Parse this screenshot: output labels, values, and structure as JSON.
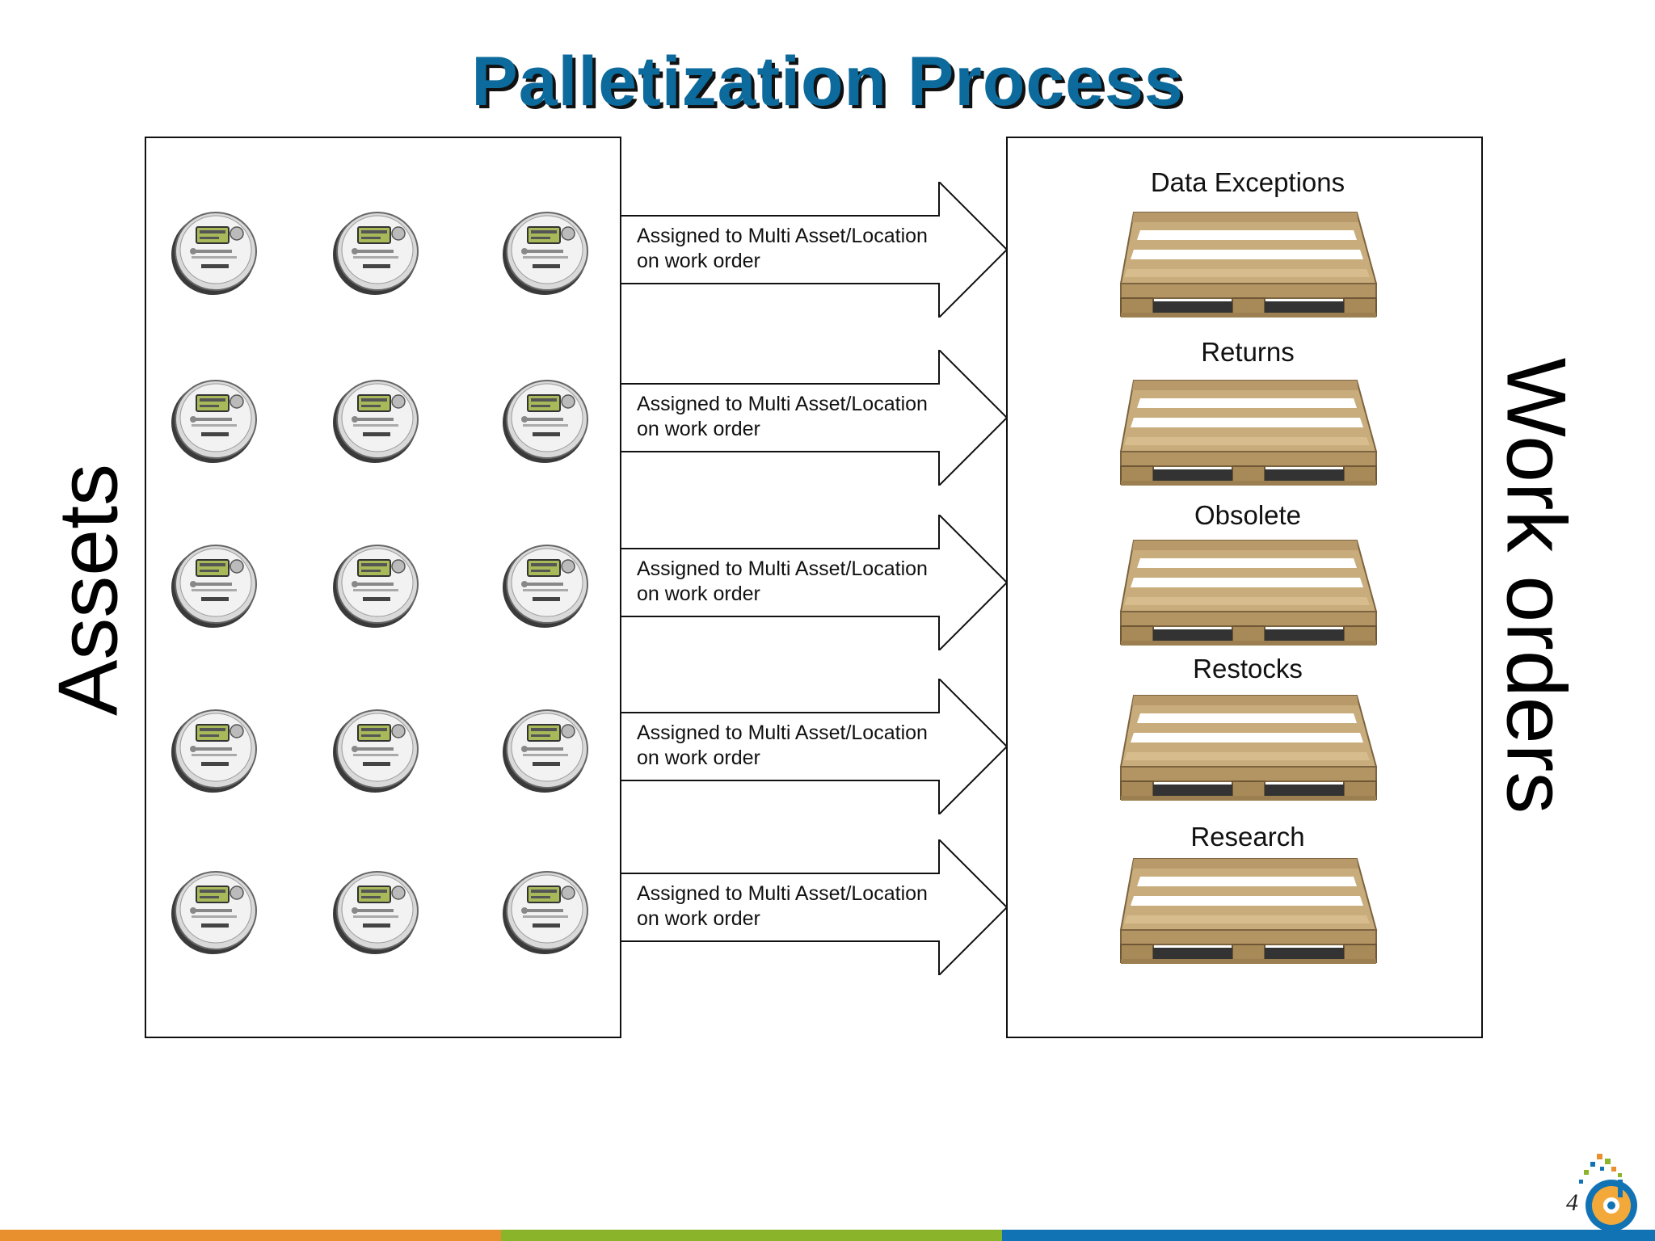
{
  "slide": {
    "title": "Palletization Process",
    "left_label": "Assets",
    "right_label": "Work orders",
    "page_number": "4"
  },
  "arrows": [
    {
      "line1": "Assigned to Multi Asset/Location",
      "line2": "on work order"
    },
    {
      "line1": "Assigned to Multi Asset/Location",
      "line2": "on work order"
    },
    {
      "line1": "Assigned to Multi Asset/Location",
      "line2": "on work order"
    },
    {
      "line1": "Assigned to Multi Asset/Location",
      "line2": "on work order"
    },
    {
      "line1": "Assigned to Multi Asset/Location",
      "line2": "on work order"
    }
  ],
  "pallets": [
    {
      "label": "Data Exceptions"
    },
    {
      "label": "Returns"
    },
    {
      "label": "Obsolete"
    },
    {
      "label": "Restocks"
    },
    {
      "label": "Research"
    }
  ],
  "colors": {
    "title": "#0c6a9c",
    "bar_orange": "#e8902e",
    "bar_green": "#8ab42a",
    "bar_blue": "#1173b4"
  }
}
